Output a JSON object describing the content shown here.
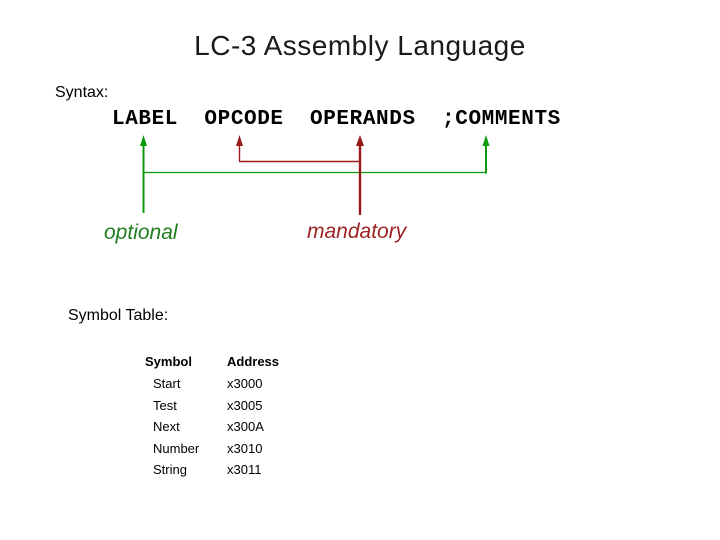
{
  "title": "LC-3 Assembly Language",
  "syntax_label": "Syntax:",
  "syntax_line": "LABEL  OPCODE  OPERANDS  ;COMMENTS",
  "diagram": {
    "optional_label": "optional",
    "mandatory_label": "mandatory",
    "arrow_targets": [
      "LABEL",
      "OPCODE",
      "OPERANDS",
      ";COMMENTS"
    ]
  },
  "colors": {
    "arrow_green": "#0c9a0c",
    "arrow_red": "#9a1a1a",
    "optional_text_green": "#1e7e1e",
    "mandatory_text_red": "#9e2323",
    "title_text": "#1a1a1a",
    "background": "#ffffff"
  },
  "symbol_table_label": "Symbol Table:",
  "symbol_table": {
    "headers": [
      "Symbol",
      "Address"
    ],
    "rows": [
      {
        "symbol": "Start",
        "address": "x3000"
      },
      {
        "symbol": "Test",
        "address": "x3005"
      },
      {
        "symbol": "Next",
        "address": "x300A"
      },
      {
        "symbol": "Number",
        "address": "x3010"
      },
      {
        "symbol": "String",
        "address": "x3011"
      }
    ]
  }
}
